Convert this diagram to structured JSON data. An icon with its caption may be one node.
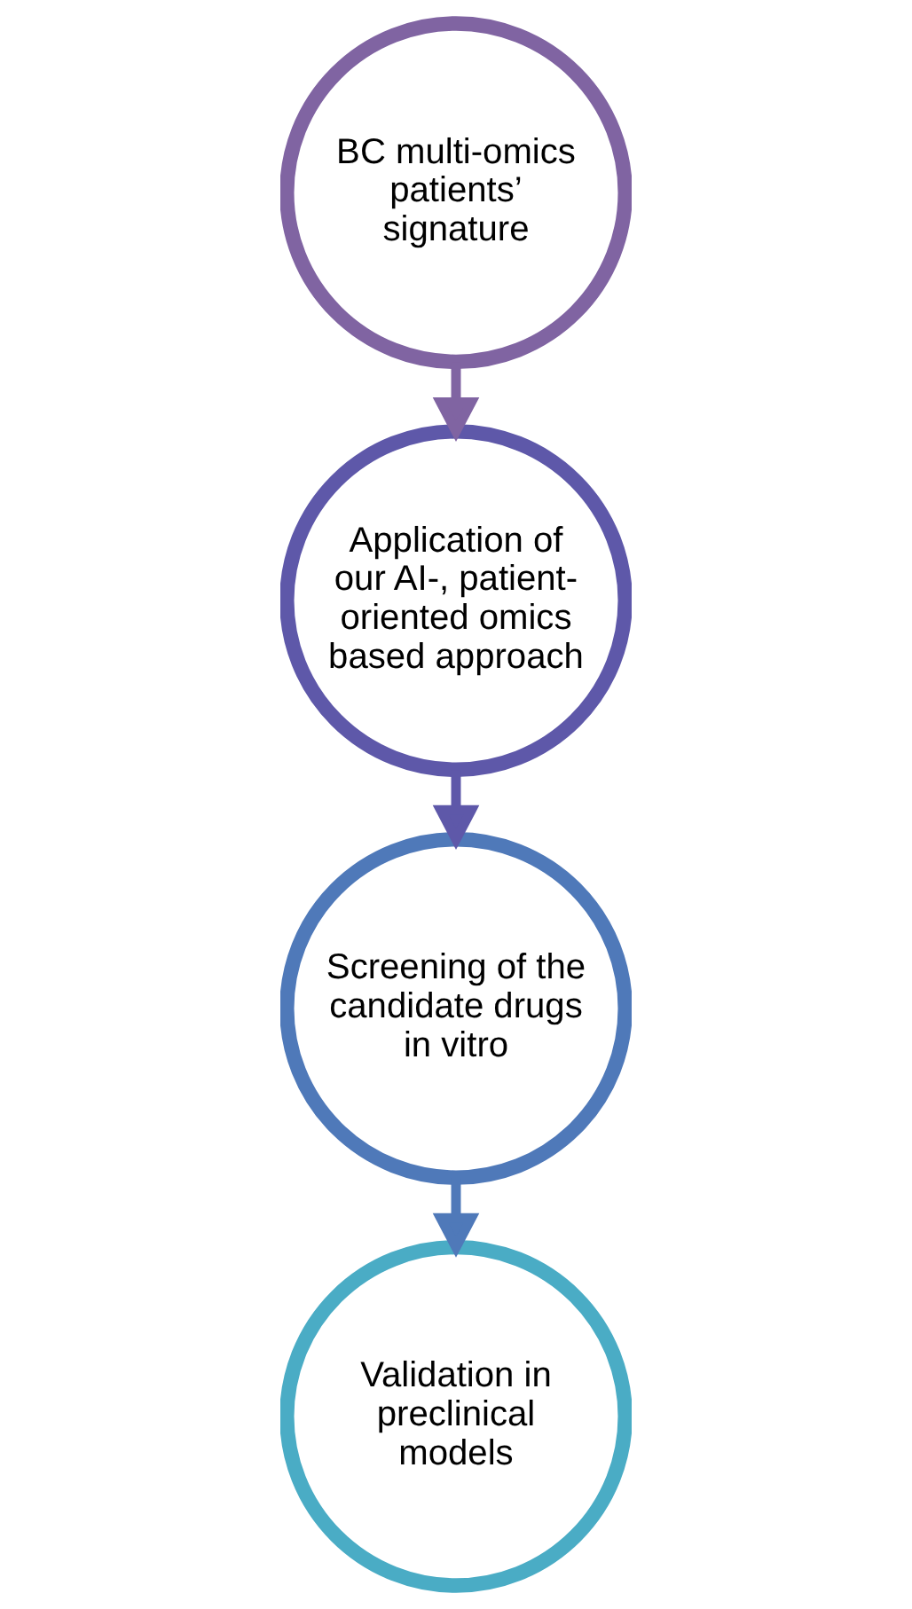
{
  "diagram": {
    "nodes": [
      {
        "text": [
          "BC multi-omics patients’ signature"
        ]
      },
      {
        "text": [
          "Application of our AI-, patient-oriented omics based approach"
        ]
      },
      {
        "text": [
          "Screening of the candidate drugs in vitro"
        ]
      },
      {
        "text": [
          "Validation in preclinical models"
        ]
      }
    ],
    "edges": [
      {
        "from": 0,
        "to": 1,
        "arrow": "to",
        "color": "#8064a2"
      },
      {
        "from": 1,
        "to": 2,
        "arrow": "to",
        "color": "#5e58a9"
      },
      {
        "from": 2,
        "to": 3,
        "arrow": "to",
        "color": "#4f79b9"
      }
    ]
  }
}
